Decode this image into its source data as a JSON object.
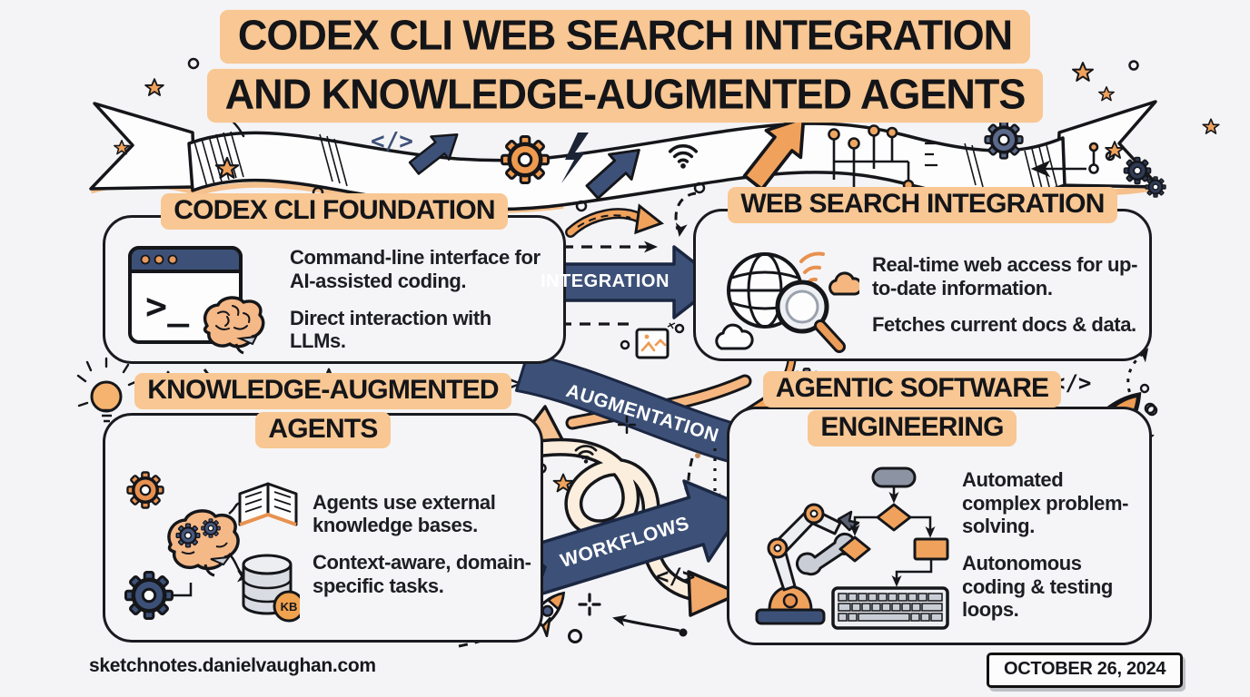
{
  "colors": {
    "background": "#f4f4f6",
    "highlight_marker": "#f8c793",
    "accent_orange": "#f0a25c",
    "navy": "#3d5178",
    "ink": "#17181c"
  },
  "title": {
    "lines": [
      "CODEX CLI WEB SEARCH INTEGRATION",
      "AND KNOWLEDGE-AUGMENTED AGENTS"
    ]
  },
  "connectors": {
    "integration": "INTEGRATION",
    "augmentation": "AUGMENTATION",
    "workflows": "WORKFLOWS"
  },
  "boxes": [
    {
      "id": "codex-cli-foundation",
      "title_lines": [
        "CODEX CLI FOUNDATION"
      ],
      "points": [
        "Command-line interface for AI-assisted coding.",
        "Direct interaction with LLMs."
      ]
    },
    {
      "id": "web-search-integration",
      "title_lines": [
        "WEB SEARCH INTEGRATION"
      ],
      "points": [
        "Real-time web access for up-to-date information.",
        "Fetches current docs & data."
      ]
    },
    {
      "id": "knowledge-augmented-agents",
      "title_lines": [
        "KNOWLEDGE-AUGMENTED",
        "AGENTS"
      ],
      "points": [
        "Agents use external knowledge bases.",
        "Context-aware, domain-specific tasks."
      ]
    },
    {
      "id": "agentic-software-engineering",
      "title_lines": [
        "AGENTIC SOFTWARE",
        "ENGINEERING"
      ],
      "points": [
        "Automated complex problem-solving.",
        "Autonomous coding & testing loops."
      ]
    }
  ],
  "glyphs": {
    "code": "</>",
    "terminal_prompt": ">_",
    "kb_badge": "KB"
  },
  "footer": {
    "site": "sketchnotes.danielvaughan.com",
    "date": "OCTOBER 26, 2024"
  }
}
